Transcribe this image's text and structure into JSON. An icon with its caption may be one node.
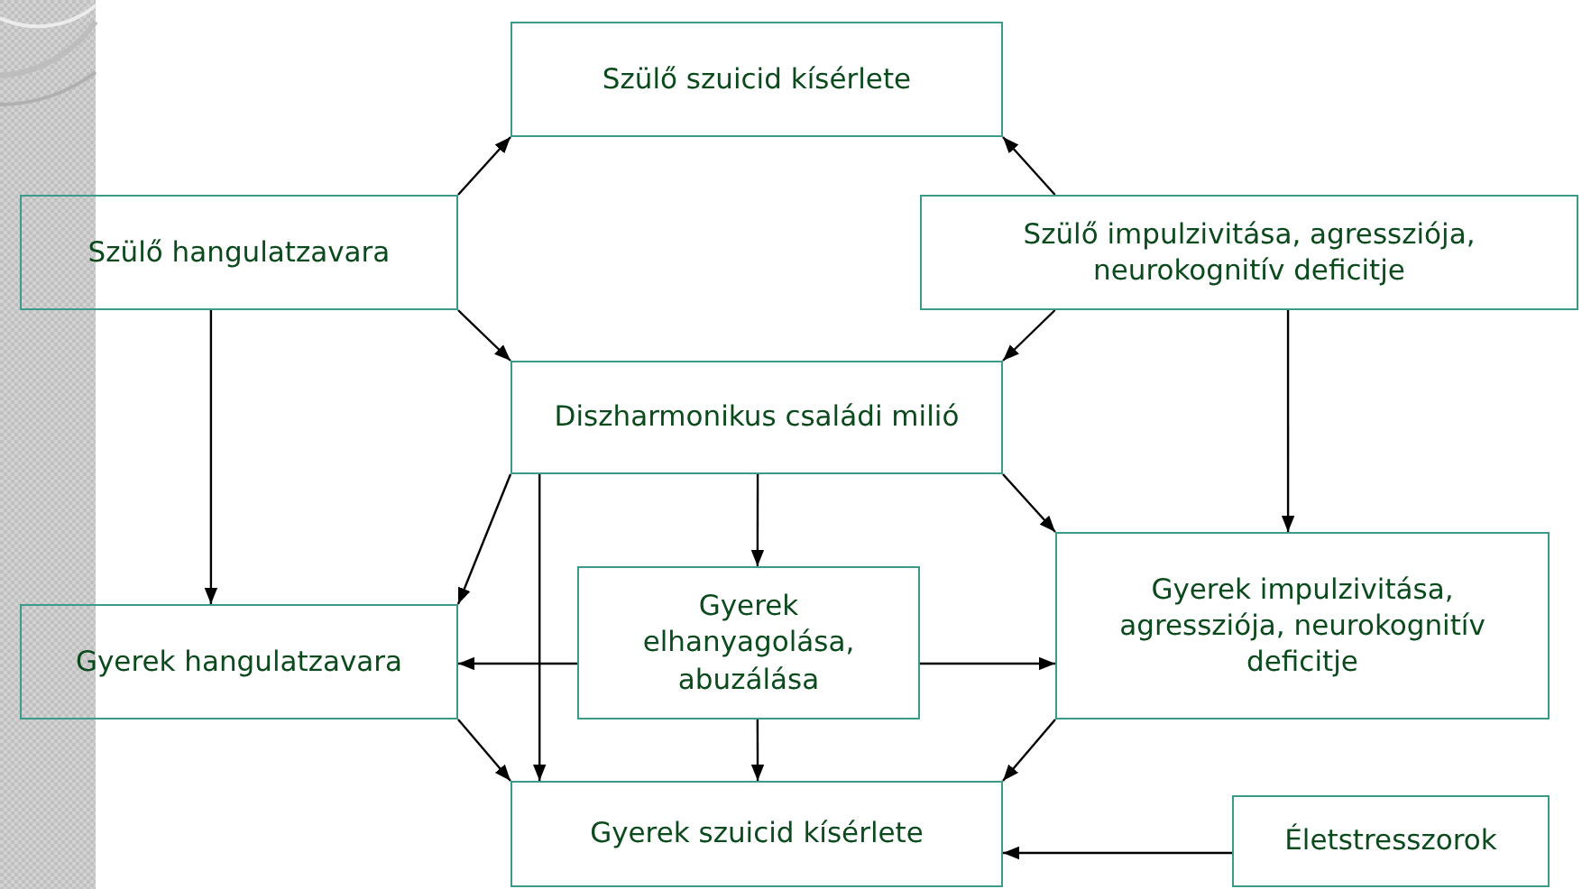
{
  "diagram": {
    "nodes": [
      {
        "text": [
          "Szülő szuicid kísérlete"
        ]
      },
      {
        "text": [
          "Szülő hangulatzavara"
        ]
      },
      {
        "text": [
          "Szülő impulzivitása, agressziója, neurokognitív deficitje"
        ]
      },
      {
        "text": [
          "Diszharmonikus családi milió"
        ]
      },
      {
        "text": [
          "Gyerek hangulatzavara"
        ]
      },
      {
        "text": [
          "Gyerek elhanyagolása, abuzálása"
        ]
      },
      {
        "text": [
          "Gyerek impulzivitása, agressziója, neurokognitív deficitje"
        ]
      },
      {
        "text": [
          "Gyerek szuicid kísérlete"
        ]
      },
      {
        "text": [
          "Életstresszorok"
        ]
      }
    ],
    "edges": [
      {
        "from": 1,
        "to": 0,
        "arrow": "to"
      },
      {
        "from": 2,
        "to": 0,
        "arrow": "to"
      },
      {
        "from": 1,
        "to": 3,
        "arrow": "to"
      },
      {
        "from": 2,
        "to": 3,
        "arrow": "to"
      },
      {
        "from": 1,
        "to": 4,
        "arrow": "to"
      },
      {
        "from": 2,
        "to": 6,
        "arrow": "to"
      },
      {
        "from": 3,
        "to": 4,
        "arrow": "to"
      },
      {
        "from": 3,
        "to": 7,
        "arrow": "to"
      },
      {
        "from": 3,
        "to": 5,
        "arrow": "to"
      },
      {
        "from": 3,
        "to": 6,
        "arrow": "to"
      },
      {
        "from": 5,
        "to": 4,
        "arrow": "to"
      },
      {
        "from": 5,
        "to": 6,
        "arrow": "to"
      },
      {
        "from": 5,
        "to": 7,
        "arrow": "to"
      },
      {
        "from": 4,
        "to": 7,
        "arrow": "to"
      },
      {
        "from": 6,
        "to": 7,
        "arrow": "to"
      },
      {
        "from": 8,
        "to": 7,
        "arrow": "to"
      }
    ]
  }
}
